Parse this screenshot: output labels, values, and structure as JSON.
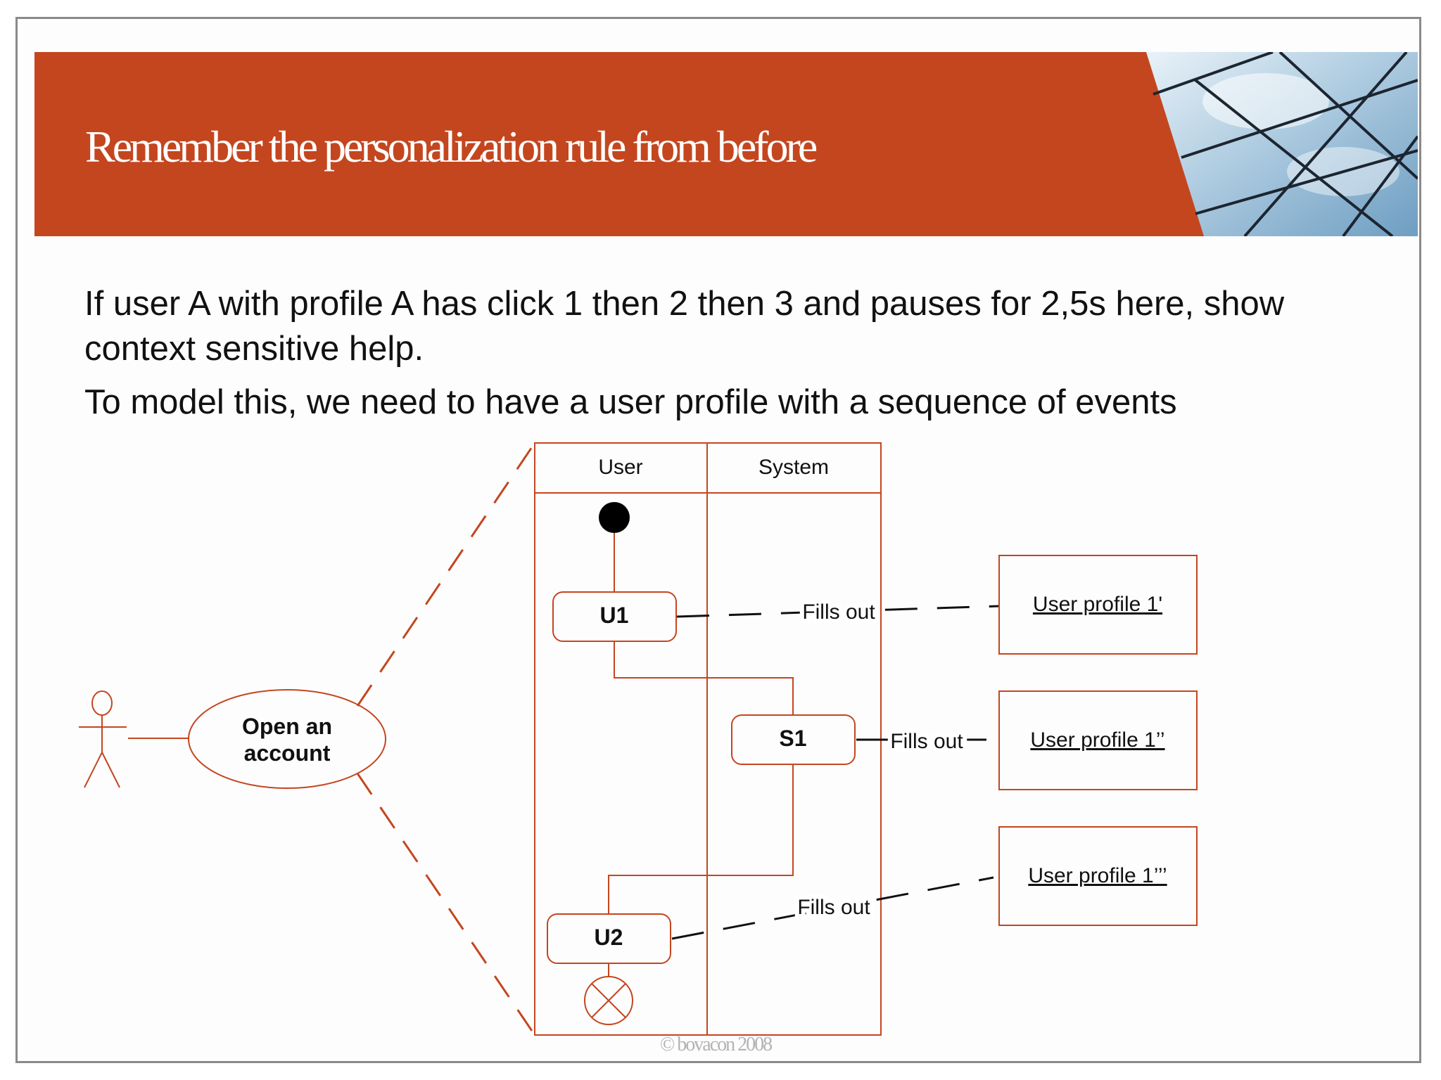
{
  "slide": {
    "title": "Remember the personalization rule from before",
    "paragraphs": [
      "If user A with profile A has click 1 then 2 then 3 and pauses for 2,5s here, show context sensitive help.",
      "To model this, we need to have a user profile with a sequence of events"
    ],
    "footer": "© bovacon 2008"
  },
  "diagram": {
    "use_case": "Open an account",
    "swimlanes": [
      "User",
      "System"
    ],
    "actions": {
      "u1": "U1",
      "s1": "S1",
      "u2": "U2"
    },
    "flow_labels": [
      "Fills out",
      "Fills out",
      "Fills out"
    ],
    "objects": [
      "User profile 1'",
      "User profile 1’’",
      "User profile 1’’’"
    ]
  },
  "colors": {
    "banner": "#c4461f",
    "diagram_line": "#c4461f",
    "dependency_line": "#111111"
  }
}
